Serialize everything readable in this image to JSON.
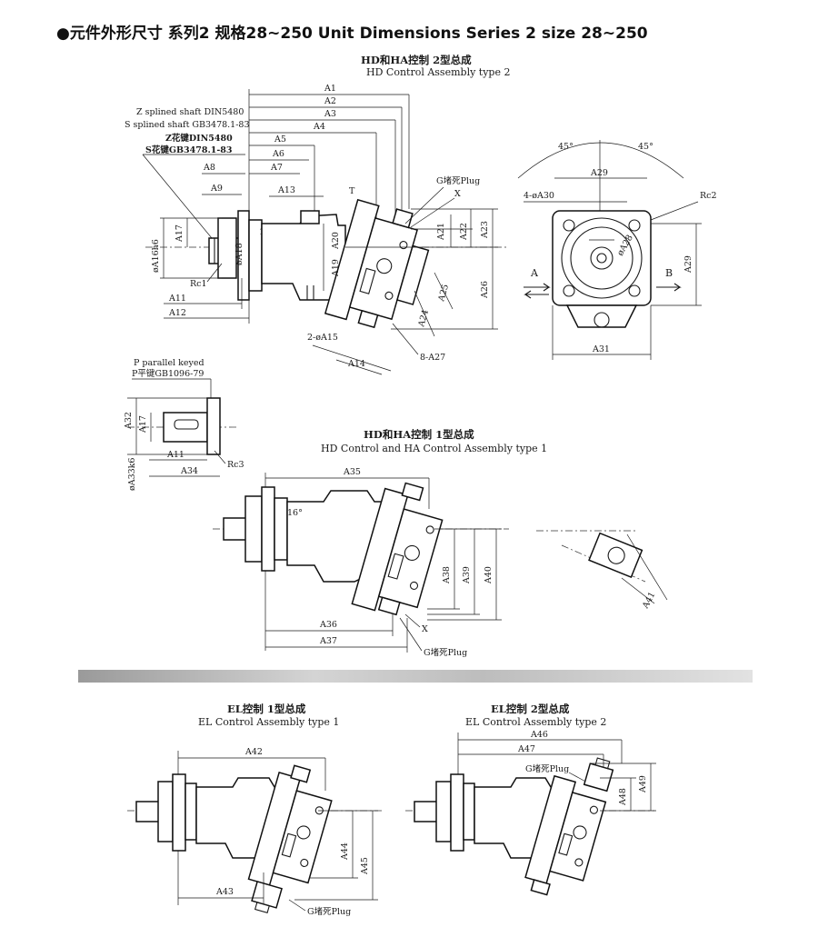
{
  "heading": "●元件外形尺寸 系列2 规格28~250  Unit Dimensions Series 2 size 28~250",
  "views": {
    "hd2": {
      "title_cn": "HD和HA控制  2型总成",
      "title_en": "HD Control Assembly type 2"
    },
    "hd1": {
      "title_cn": "HD和HA控制  1型总成",
      "title_en": "HD Control and HA Control Assembly type 1"
    },
    "el1": {
      "title_cn": "EL控制  1型总成",
      "title_en": "EL Control Assembly type 1"
    },
    "el2": {
      "title_cn": "EL控制  2型总成",
      "title_en": "EL Control Assembly type 2"
    }
  },
  "notes": {
    "z_shaft": "Z splined shaft DIN5480",
    "s_shaft": "S  splined shaft  GB3478.1-83",
    "z_cn": "Z花键DIN5480",
    "s_cn": "S花键GB3478.1-83",
    "p_shaft": "P parallel keyed",
    "p_cn": "P平键GB1096-79",
    "g_plug": "G堵死Plug",
    "x": "X",
    "t": "T",
    "angle16": "16°",
    "angle45": "45°",
    "arrow_a": "A",
    "arrow_b": "B"
  },
  "dims": {
    "A1": "A1",
    "A2": "A2",
    "A3": "A3",
    "A4": "A4",
    "A5": "A5",
    "A6": "A6",
    "A7": "A7",
    "A8": "A8",
    "A9": "A9",
    "A11": "A11",
    "A12": "A12",
    "A13": "A13",
    "A14": "A14",
    "A15": "2-øA15",
    "A16": "øA16h6",
    "A17": "A17",
    "A18": "øA18",
    "A19": "A19",
    "A20": "A20",
    "A21": "A21",
    "A22": "A22",
    "A23": "A23",
    "A24": "A24",
    "A25": "A25",
    "A26": "A26",
    "A27": "8-A27",
    "A28": "øA28",
    "A29": "A29",
    "A30": "4-øA30",
    "A31": "A31",
    "A32": "A32",
    "A33": "øA33k6",
    "A34": "A34",
    "A35": "A35",
    "A36": "A36",
    "A37": "A37",
    "A38": "A38",
    "A39": "A39",
    "A40": "A40",
    "A41": "A41",
    "A42": "A42",
    "A43": "A43",
    "A44": "A44",
    "A45": "A45",
    "A46": "A46",
    "A47": "A47",
    "A48": "A48",
    "A49": "A49",
    "Rc1": "Rc1",
    "Rc2": "Rc2",
    "Rc3": "Rc3"
  }
}
